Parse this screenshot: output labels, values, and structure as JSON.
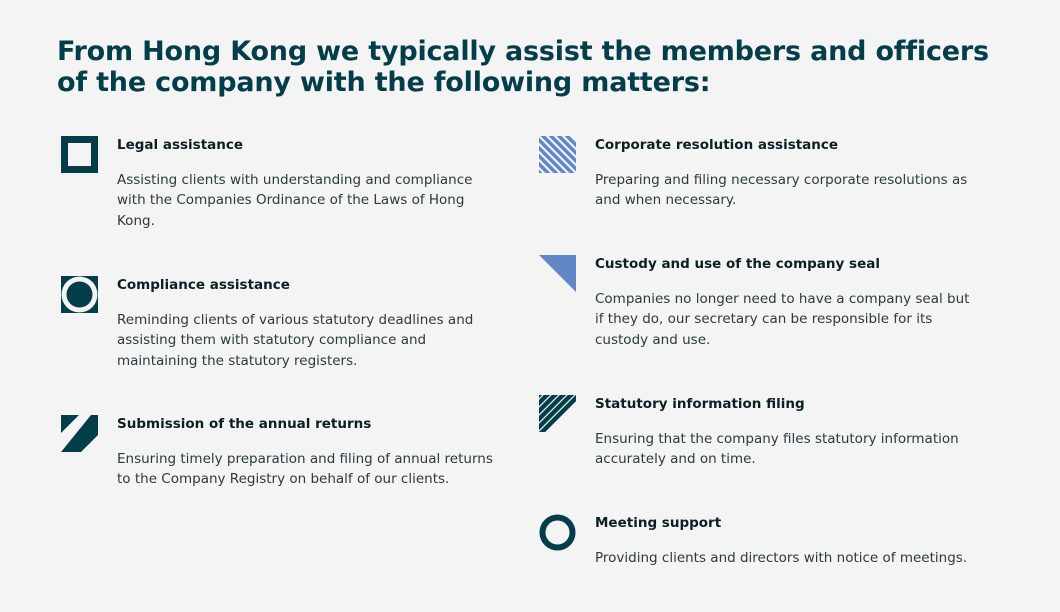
{
  "title": "From Hong Kong we typically assist the members and officers of the company with the following matters:",
  "colors": {
    "dark": "#023d4a",
    "blue": "#6088c6",
    "background": "#f3f4f3"
  },
  "left_items": [
    {
      "icon": "square-outline-icon",
      "title": "Legal assistance",
      "description": "Assisting clients with understanding and compliance with the Companies Ordinance of the Laws of Hong Kong."
    },
    {
      "icon": "circle-in-square-icon",
      "title": "Compliance assistance",
      "description": "Reminding clients of various statutory deadlines and assisting them with statutory compliance and maintaining the statutory registers."
    },
    {
      "icon": "diagonal-split-square-icon",
      "title": "Submission of the annual returns",
      "description": "Ensuring timely preparation and filing of annual returns to the Company Registry on behalf of our clients."
    }
  ],
  "right_items": [
    {
      "icon": "blue-diagonal-stripes-icon",
      "title": "Corporate resolution assistance",
      "description": "Preparing and filing necessary corporate resolutions as and when necessary."
    },
    {
      "icon": "blue-triangle-icon",
      "title": "Custody and use of the company seal",
      "description": "Companies no longer need to have a company seal but if they do, our secretary can be responsible for its custody and use."
    },
    {
      "icon": "dark-diagonal-stripes-icon",
      "title": "Statutory information filing",
      "description": "Ensuring that the company files statutory information accurately and on time."
    },
    {
      "icon": "ring-icon",
      "title": "Meeting support",
      "description": "Providing clients and directors with notice of meetings."
    }
  ]
}
